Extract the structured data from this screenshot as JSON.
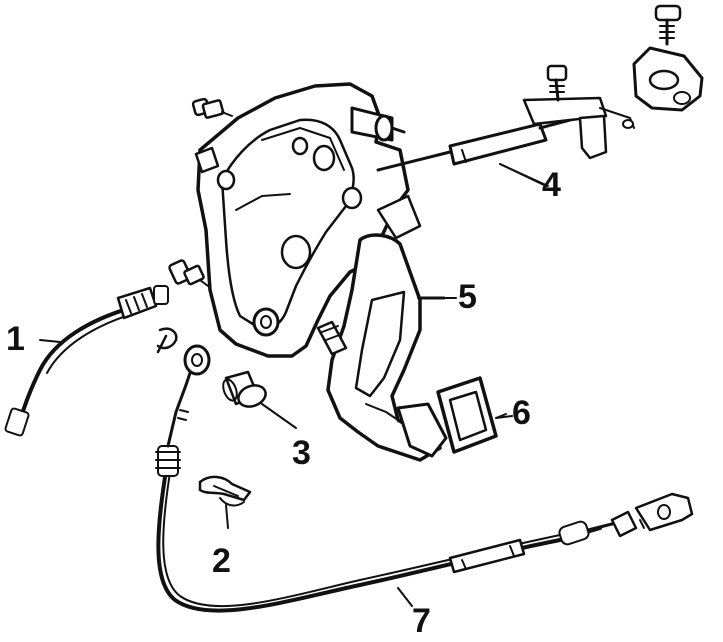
{
  "labels": {
    "1": "1",
    "2": "2",
    "3": "3",
    "4": "4",
    "5": "5",
    "6": "6",
    "7": "7"
  },
  "colors": {
    "ink": "#111111",
    "paper": "#ffffff"
  }
}
